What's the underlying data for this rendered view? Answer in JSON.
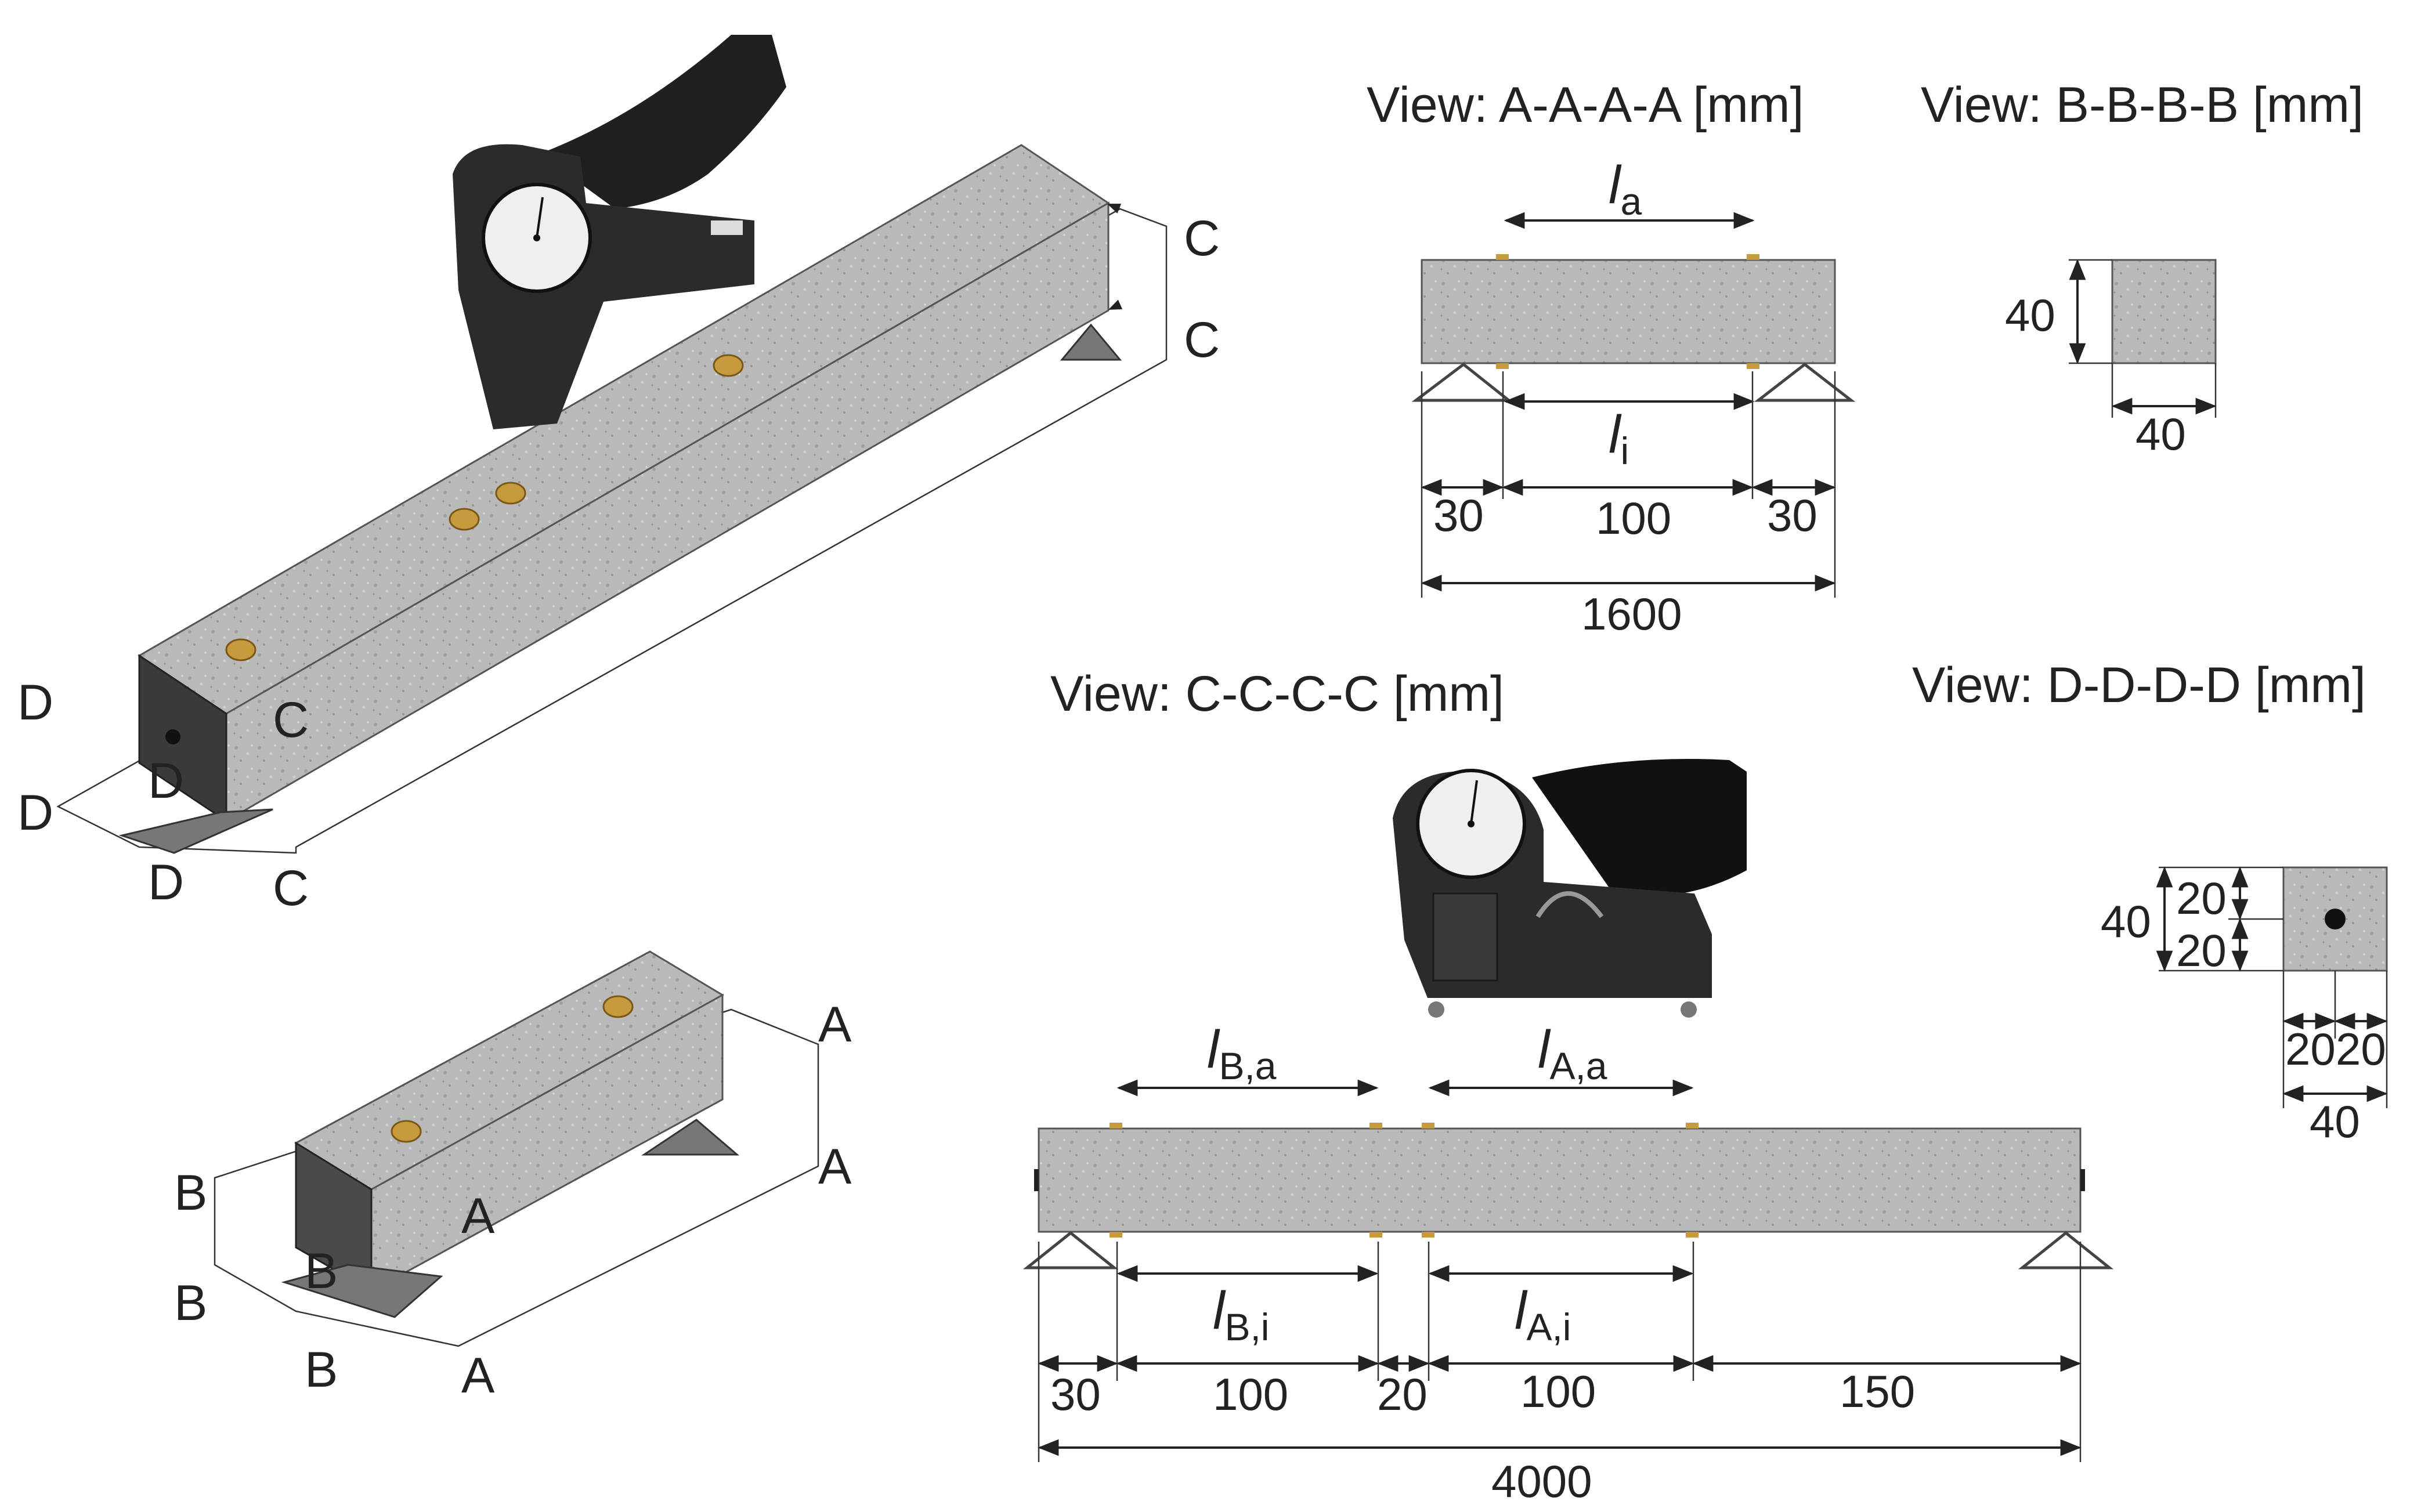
{
  "views": {
    "a": {
      "title": "View: A-A-A-A [mm]",
      "l_top": "l",
      "l_top_sub": "a",
      "l_bot": "l",
      "l_bot_sub": "i",
      "d_left": "30",
      "d_mid": "100",
      "d_right": "30",
      "d_total": "1600"
    },
    "b": {
      "title": "View: B-B-B-B [mm]",
      "height": "40",
      "width": "40"
    },
    "c": {
      "title": "View: C-C-C-C [mm]",
      "lBa": "l",
      "lBa_sub": "B,a",
      "lAa": "l",
      "lAa_sub": "A,a",
      "lBi": "l",
      "lBi_sub": "B,i",
      "lAi": "l",
      "lAi_sub": "A,i",
      "d1": "30",
      "d2": "100",
      "d3": "20",
      "d4": "100",
      "d5": "150",
      "d_total": "4000"
    },
    "d": {
      "title": "View: D-D-D-D [mm]",
      "height": "40",
      "upper": "20",
      "lower": "20",
      "w_left": "20",
      "w_right": "20",
      "width": "40"
    }
  },
  "iso_long": {
    "label_c": "C",
    "label_d": "D"
  },
  "iso_short": {
    "label_a": "A",
    "label_b": "B"
  },
  "colors": {
    "concrete": "#b9b9b9",
    "concrete_dark": "#6f6f6f",
    "gauge_body": "#2b2b2b",
    "stud": "#c79a3e"
  }
}
